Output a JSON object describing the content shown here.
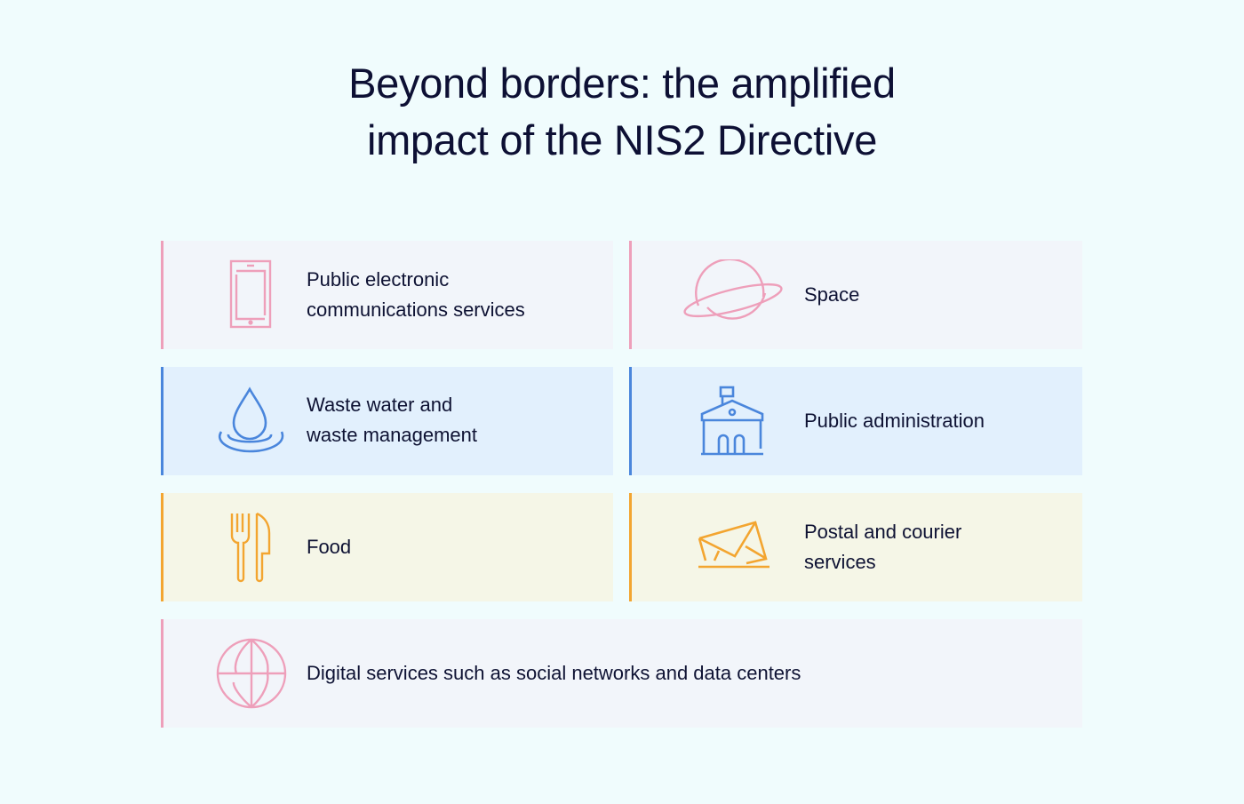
{
  "title": {
    "line1": "Beyond borders: the amplified",
    "line2": "impact of the NIS2 Directive"
  },
  "colors": {
    "background": "#f0fcfd",
    "pink_accent": "#ee9fba",
    "blue_accent": "#4a86dc",
    "yellow_accent": "#f3a530",
    "pink_card": "#f2f5fa",
    "blue_card": "#e2f0fd",
    "yellow_card": "#f5f6e7"
  },
  "sectors": [
    {
      "label": "Public electronic\ncommunications services",
      "icon": "smartphone-icon",
      "theme": "pink"
    },
    {
      "label": "Space",
      "icon": "planet-icon",
      "theme": "pink"
    },
    {
      "label": "Waste water and\nwaste management",
      "icon": "water-drop-icon",
      "theme": "blue"
    },
    {
      "label": "Public administration",
      "icon": "government-building-icon",
      "theme": "blue"
    },
    {
      "label": "Food",
      "icon": "fork-knife-icon",
      "theme": "yellow"
    },
    {
      "label": "Postal and courier\nservices",
      "icon": "envelope-icon",
      "theme": "yellow"
    },
    {
      "label": "Digital services such as social networks and data centers",
      "icon": "globe-icon",
      "theme": "pink"
    }
  ]
}
